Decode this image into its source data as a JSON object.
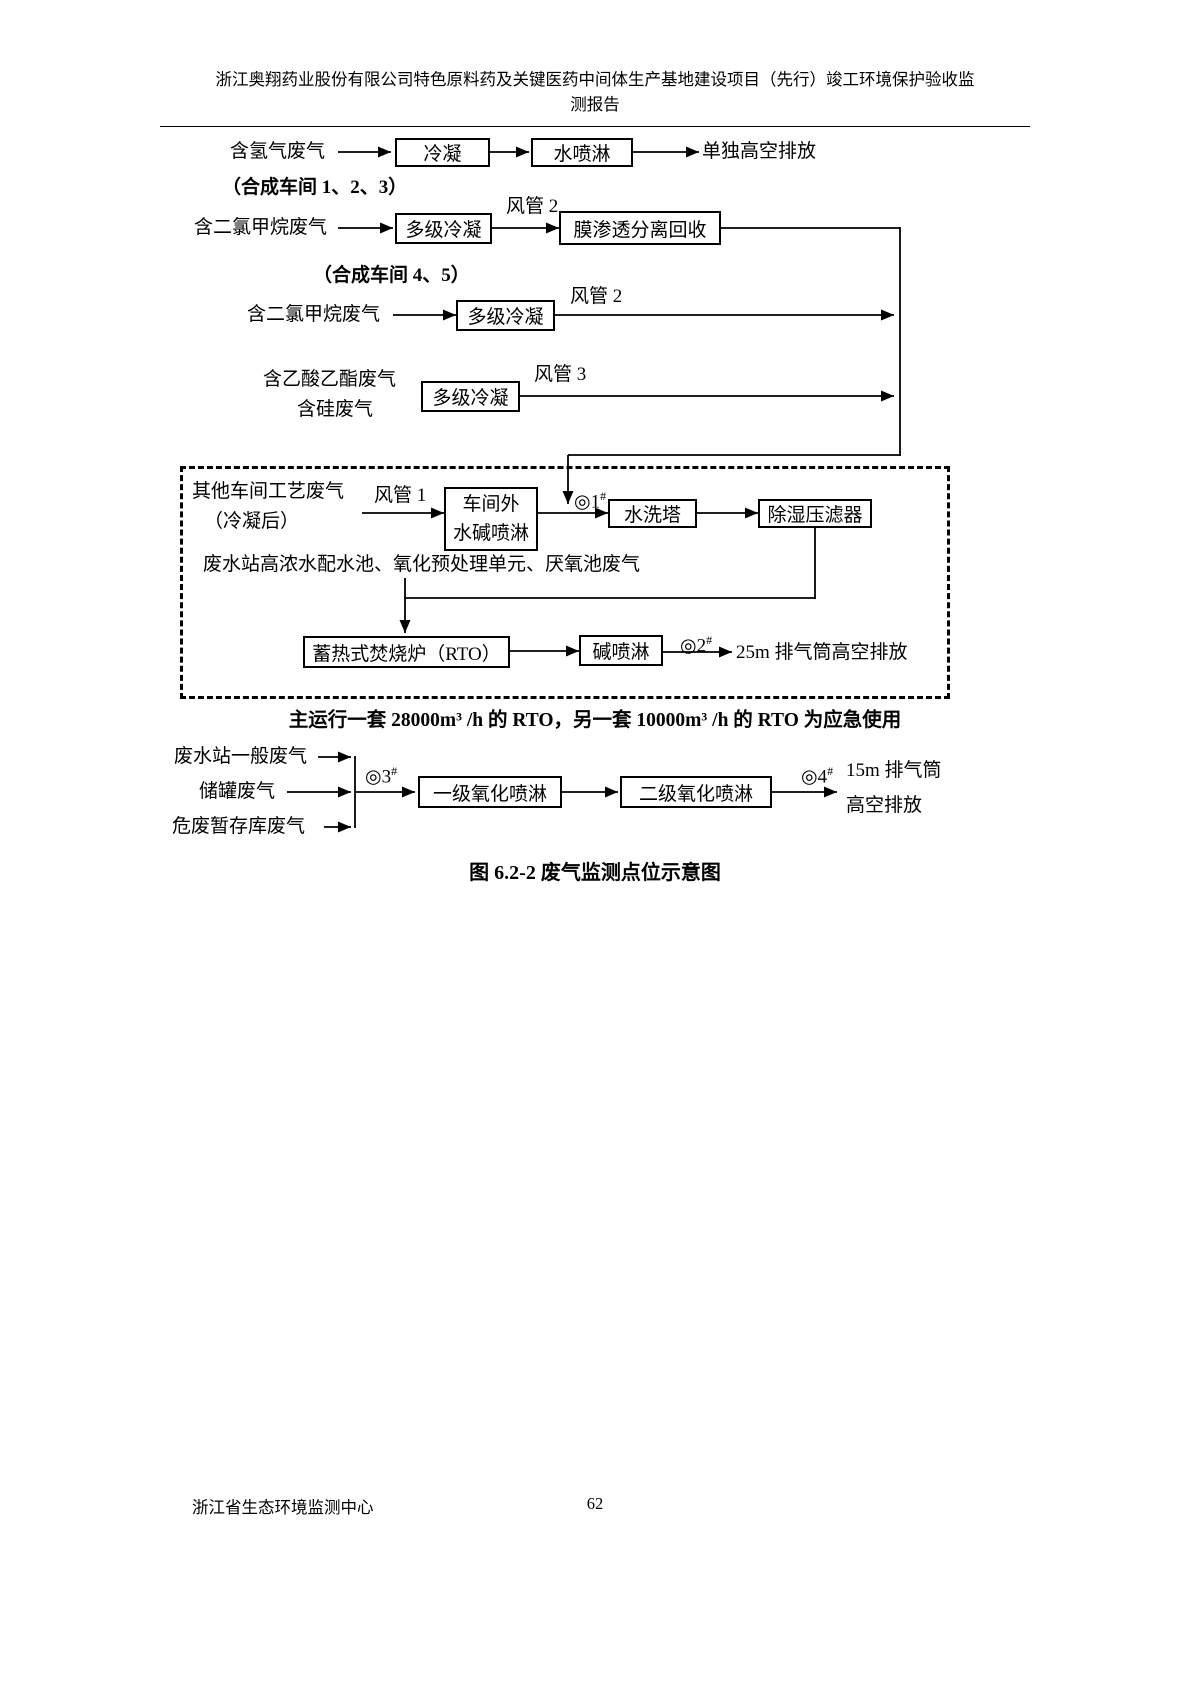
{
  "colors": {
    "ink": "#000000",
    "paper": "#ffffff"
  },
  "header": {
    "line1": "浙江奥翔药业股份有限公司特色原料药及关键医药中间体生产基地建设项目（先行）竣工环境保护验收监",
    "line2": "测报告"
  },
  "footer": {
    "org": "浙江省生态环境监测中心",
    "page_number": "62"
  },
  "figure": {
    "rto_note": "主运行一套 28000m³ /h 的 RTO，另一套 10000m³ /h 的 RTO 为应急使用",
    "caption": "图 6.2-2 废气监测点位示意图"
  },
  "diagram": {
    "hydrogen_row": {
      "source": "含氢气废气",
      "condense": "冷凝",
      "water_spray": "水喷淋",
      "outlet": "单独高空排放"
    },
    "workshop123_label": "（合成车间 1、2、3）",
    "dcm_row1": {
      "source": "含二氯甲烷废气",
      "multistage_condense": "多级冷凝",
      "duct": "风管 2",
      "membrane": "膜渗透分离回收"
    },
    "workshop45_label": "（合成车间 4、5）",
    "dcm_row2": {
      "source": "含二氯甲烷废气",
      "multistage_condense": "多级冷凝",
      "duct": "风管 2"
    },
    "ethyl_row": {
      "source_line1": "含乙酸乙酯废气",
      "source_line2": "含硅废气",
      "multistage_condense": "多级冷凝",
      "duct": "风管 3"
    },
    "rto_area": {
      "other_source_line1": "其他车间工艺废气",
      "other_source_line2": "（冷凝后）",
      "duct": "风管 1",
      "spray_line1": "车间外",
      "spray_line2": "水碱喷淋",
      "point1_main": "◎1",
      "point1_sup": "#",
      "wash_tower": "水洗塔",
      "dehumid_filter": "除湿压滤器",
      "wastewater_source": "废水站高浓水配水池、氧化预处理单元、厌氧池废气",
      "rto_box": "蓄热式焚烧炉（RTO）",
      "alkali_spray": "碱喷淋",
      "point2_main": "◎2",
      "point2_sup": "#",
      "outlet": "25m 排气筒高空排放"
    },
    "oxidation_row": {
      "source1": "废水站一般废气",
      "source2": "储罐废气",
      "source3": "危废暂存库废气",
      "point3_main": "◎3",
      "point3_sup": "#",
      "stage1": "一级氧化喷淋",
      "stage2": "二级氧化喷淋",
      "point4_main": "◎4",
      "point4_sup": "#",
      "outlet_line1": "15m 排气筒",
      "outlet_line2": "高空排放"
    }
  }
}
